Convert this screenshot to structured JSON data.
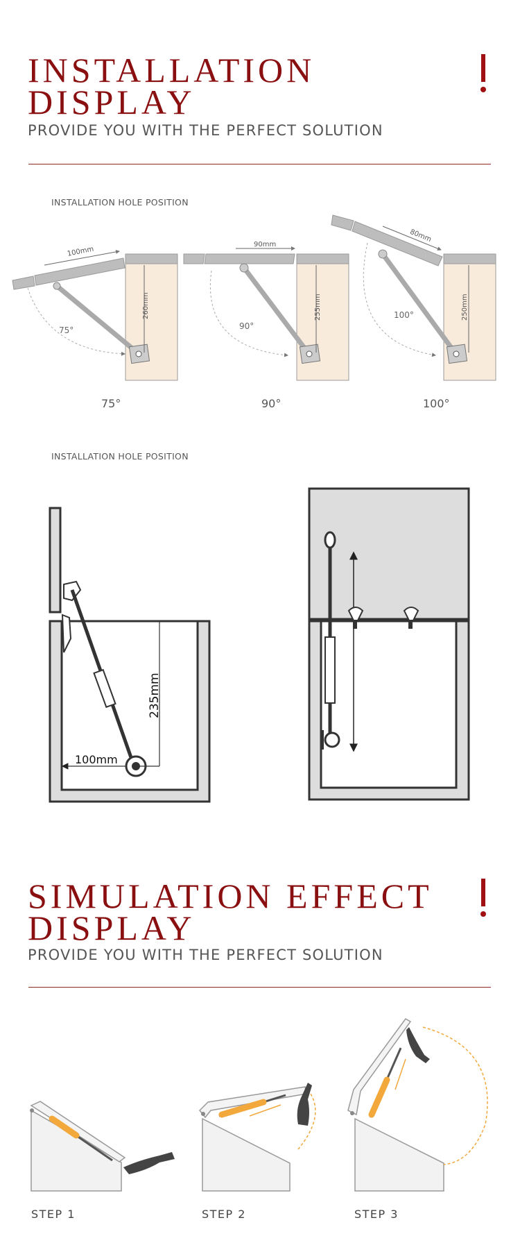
{
  "installation": {
    "title_line1": "INSTALLATION",
    "title_line2": "DISPLAY",
    "subtitle": "PROVIDE YOU WITH THE PERFECT SOLUTION",
    "accent_color": "#8a0f10",
    "hole_position_label": "INSTALLATION HOLE POSITION",
    "diagrams": [
      {
        "angle_label": "75°",
        "arc_label": "75°",
        "arm_length": "100mm",
        "height": "260mm"
      },
      {
        "angle_label": "90°",
        "arc_label": "90°",
        "arm_length": "90mm",
        "height": "255mm"
      },
      {
        "angle_label": "100°",
        "arc_label": "100°",
        "arm_length": "80mm",
        "height": "250mm"
      }
    ],
    "hole_position_label_2": "INSTALLATION HOLE POSITION",
    "detail": {
      "vertical": "235mm",
      "horizontal": "100mm"
    }
  },
  "simulation": {
    "title_line1": "SIMULATION EFFECT",
    "title_line2": "DISPLAY",
    "subtitle": "PROVIDE YOU WITH THE PERFECT SOLUTION",
    "steps": [
      "STEP 1",
      "STEP 2",
      "STEP 3"
    ]
  }
}
